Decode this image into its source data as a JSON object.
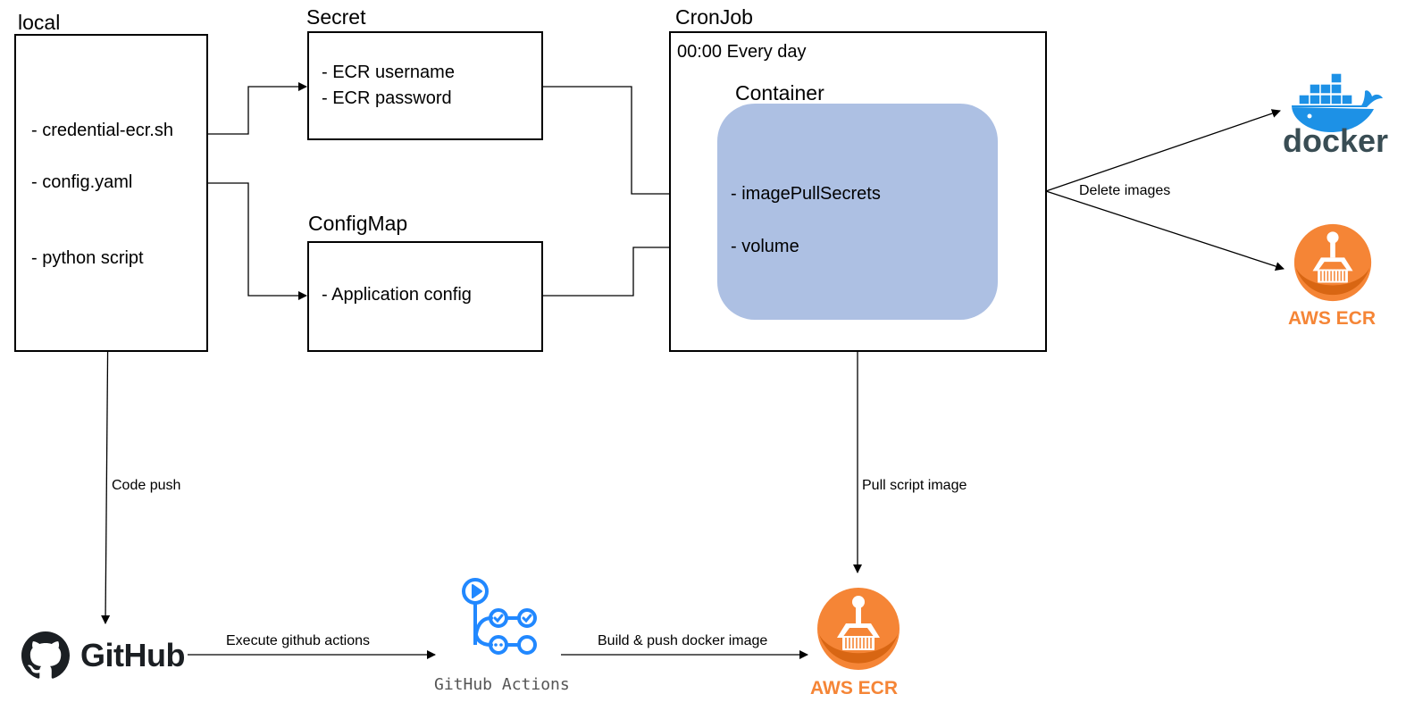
{
  "local": {
    "title": "local",
    "items": [
      "- credential-ecr.sh",
      "- config.yaml",
      "- python script"
    ]
  },
  "secret": {
    "title": "Secret",
    "items": [
      "- ECR username",
      "- ECR password"
    ]
  },
  "configmap": {
    "title": "ConfigMap",
    "items": [
      "- Application config"
    ]
  },
  "cronjob": {
    "title": "CronJob",
    "schedule": "00:00 Every day",
    "container": {
      "title": "Container",
      "items": [
        "- imagePullSecrets",
        "- volume"
      ]
    }
  },
  "edges": {
    "code_push": "Code push",
    "execute_actions": "Execute github actions",
    "build_push": "Build & push docker image",
    "pull_image": "Pull script image",
    "delete_images": "Delete images"
  },
  "logos": {
    "github": "GitHub",
    "github_actions": "GitHub Actions",
    "ecr_bottom": "AWS ECR",
    "ecr_right": "AWS ECR",
    "docker": "docker"
  },
  "colors": {
    "container_fill": "#adc0e3",
    "aws_orange": "#f58536",
    "actions_blue": "#2188ff",
    "docker_blue": "#1d91e6",
    "docker_text": "#394d54"
  }
}
